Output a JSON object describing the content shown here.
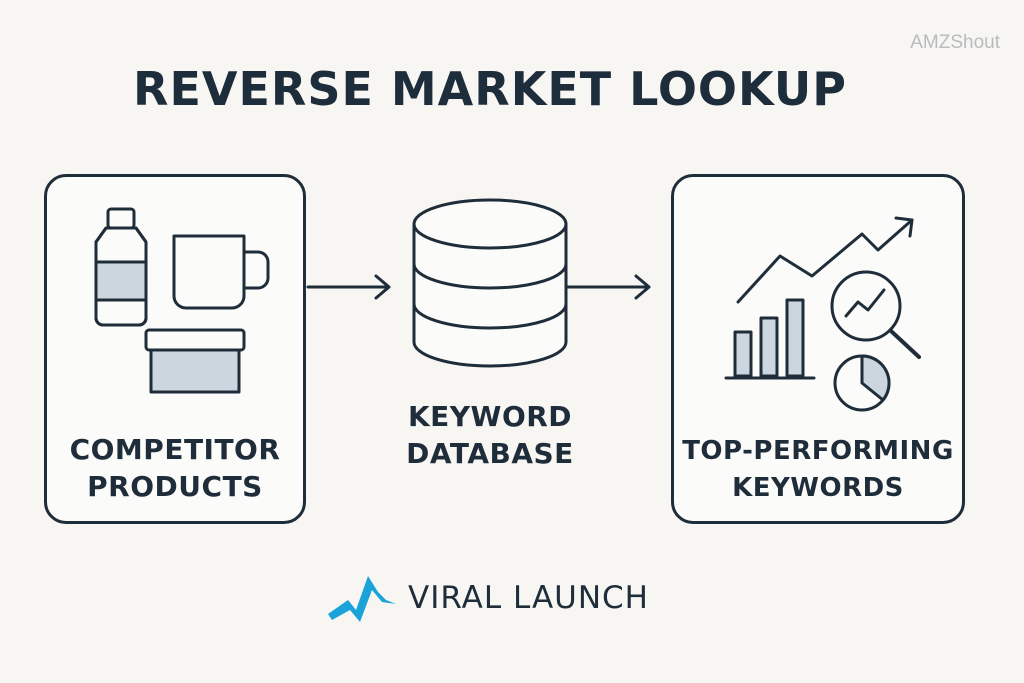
{
  "watermark": "AMZShout",
  "title": "REVERSE MARKET LOOKUP",
  "nodes": {
    "competitor_products": {
      "line1": "COMPETITOR",
      "line2": "PRODUCTS",
      "icons": [
        "bottle-icon",
        "mug-icon",
        "box-icon"
      ]
    },
    "keyword_database": {
      "line1": "KEYWORD",
      "line2": "DATABASE",
      "icons": [
        "database-icon"
      ]
    },
    "top_keywords": {
      "line1": "TOP-PERFORMING",
      "line2": "KEYWORDS",
      "icons": [
        "trend-line-icon",
        "bar-chart-icon",
        "magnifier-icon",
        "pie-chart-icon"
      ]
    }
  },
  "brand": {
    "name": "VIRAL LAUNCH",
    "logo": "viral-launch-logo-icon",
    "accent_color": "#1aa3d9"
  },
  "colors": {
    "ink": "#1f2d3a",
    "fill": "#ccd6df",
    "background": "#f7f6f2"
  }
}
